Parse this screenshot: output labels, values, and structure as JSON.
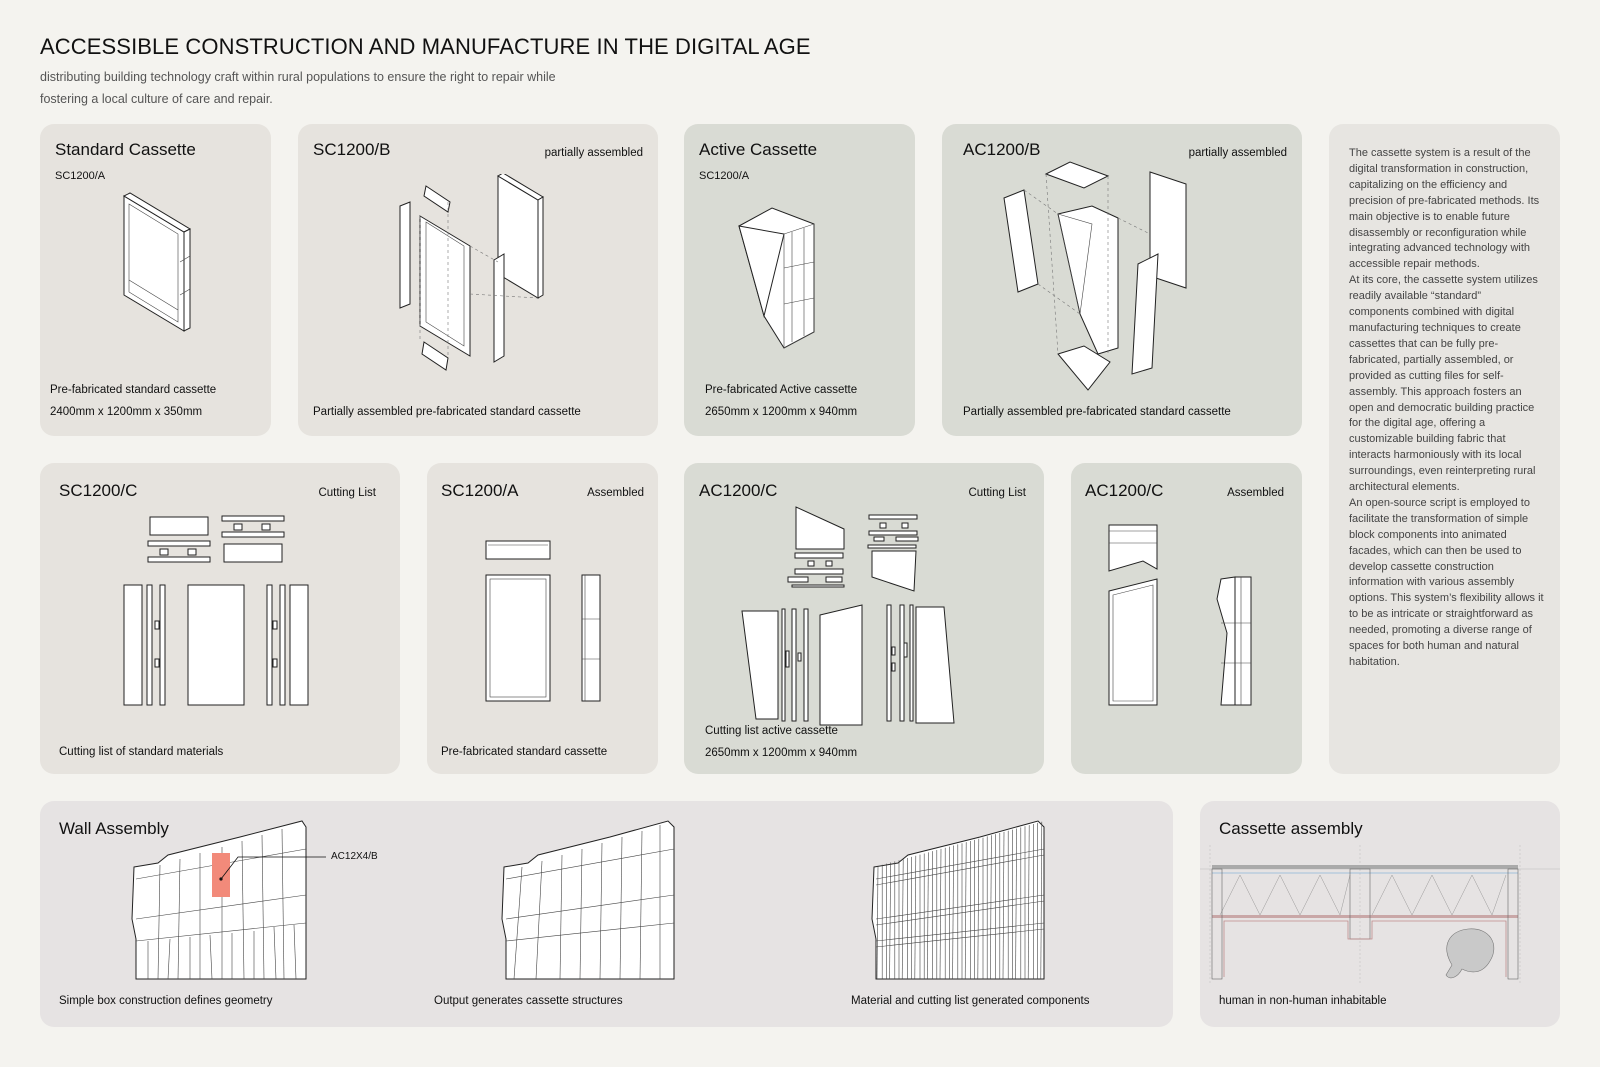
{
  "header": {
    "title": "ACCESSIBLE CONSTRUCTION AND MANUFACTURE IN THE DIGITAL AGE",
    "subtitle": "distributing building technology craft within rural populations to ensure the right to repair while fostering a local culture of care and repair."
  },
  "cards": {
    "standard_cassette": {
      "title": "Standard Cassette",
      "code": "SC1200/A",
      "caption": "Pre-fabricated standard cassette",
      "dimensions": "2400mm x 1200mm x 350mm"
    },
    "sc1200b": {
      "title": "SC1200/B",
      "tag": "partially assembled",
      "caption": "Partially assembled pre-fabricated standard cassette"
    },
    "active_cassette": {
      "title": "Active Cassette",
      "code": "SC1200/A",
      "caption": "Pre-fabricated Active cassette",
      "dimensions": "2650mm x 1200mm x 940mm"
    },
    "ac1200b": {
      "title": "AC1200/B",
      "tag": "partially assembled",
      "caption": "Partially assembled pre-fabricated standard cassette"
    },
    "sc1200c": {
      "title": "SC1200/C",
      "tag": "Cutting List",
      "caption": "Cutting list of standard materials"
    },
    "sc1200a": {
      "title": "SC1200/A",
      "tag": "Assembled",
      "caption": "Pre-fabricated standard cassette"
    },
    "ac1200c_cut": {
      "title": "AC1200/C",
      "tag": "Cutting List",
      "caption": "Cutting list active cassette",
      "dimensions": "2650mm x 1200mm x 940mm"
    },
    "ac1200c_asm": {
      "title": "AC1200/C",
      "tag": "Assembled"
    },
    "wall_assembly": {
      "title": "Wall Assembly",
      "callout": "AC12X4/B",
      "captions": [
        "Simple box construction defines geometry",
        "Output generates cassette structures",
        "Material and cutting list generated components"
      ],
      "highlight_color": "#f28a7a"
    },
    "cassette_assembly": {
      "title": "Cassette assembly",
      "caption": "human in non-human inhabitable"
    }
  },
  "essay": {
    "paragraphs": [
      "The cassette system is a result of the digital transformation in construction, capitalizing on the efficiency and precision of pre-fabricated methods. Its main objective is to enable future disassembly or reconfiguration while integrating advanced technology with accessible repair methods.",
      "At its core, the cassette system utilizes readily available “standard” components combined with digital manufacturing techniques to create cassettes that can be fully pre-fabricated, partially assembled, or provided as cutting files for self-assembly. This approach fosters an open and democratic building practice for the digital age, offering a customizable building fabric that interacts harmoniously with its local surroundings, even reinterpreting rural architectural elements.",
      "An open-source script is employed to facilitate the transformation of simple block components into animated facades, which can then be used to develop cassette construction information with various assembly options. This system’s flexibility allows it to be as intricate or straightforward as needed, promoting a diverse range of spaces for both human and natural habitation."
    ]
  },
  "colors": {
    "background": "#f4f3ef",
    "standard_card": "#e6e3de",
    "active_card": "#d9dbd4",
    "bottom_card": "#e6e3e3"
  }
}
